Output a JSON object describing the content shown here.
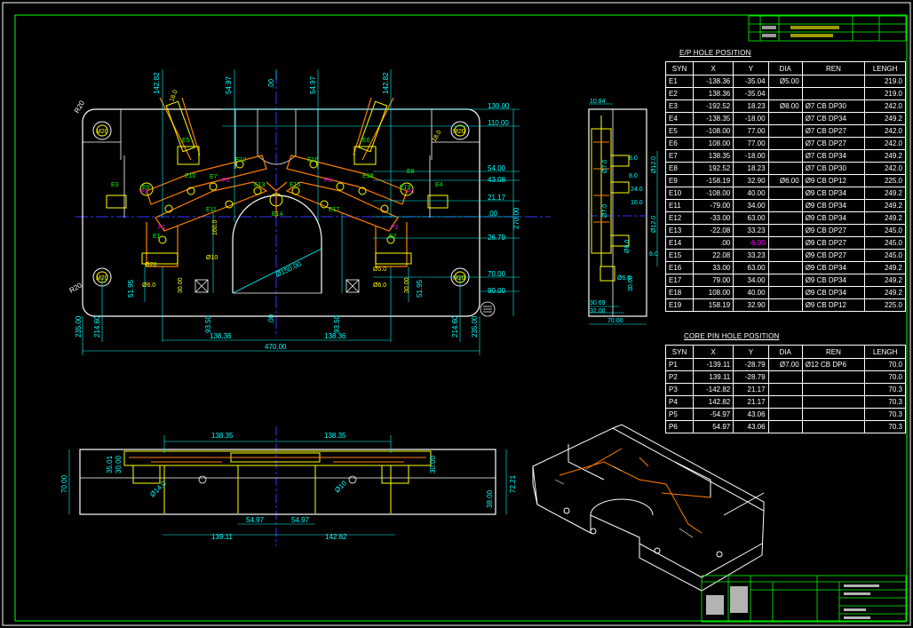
{
  "ep_table": {
    "title": "E/P HOLE POSITION",
    "headers": [
      "SYN",
      "X",
      "Y",
      "DIA",
      "REN",
      "LENGH"
    ],
    "rows": [
      [
        "E1",
        "-138.36",
        "-35.04",
        "Ø5.00",
        "",
        "219.0"
      ],
      [
        "E2",
        "138.36",
        "-35.04",
        "",
        "",
        "219.0"
      ],
      [
        "E3",
        "-192.52",
        "18.23",
        "Ø8.00",
        "Ø7 CB DP30",
        "242.0"
      ],
      [
        "E4",
        "-138.35",
        "-18.00",
        "",
        "Ø7 CB DP34",
        "249.2"
      ],
      [
        "E5",
        "-108.00",
        "77.00",
        "",
        "Ø7 CB DP27",
        "242.0"
      ],
      [
        "E6",
        "108.00",
        "77.00",
        "",
        "Ø7 CB DP27",
        "242.0"
      ],
      [
        "E7",
        "138.35",
        "-18.00",
        "",
        "Ø7 CB DP34",
        "249.2"
      ],
      [
        "E8",
        "192.52",
        "18.23",
        "",
        "Ø7 CB DP30",
        "242.0"
      ],
      [
        "E9",
        "-158.19",
        "32.90",
        "Ø6.00",
        "Ø9 CB DP12",
        "225.0"
      ],
      [
        "E10",
        "-108.00",
        "40.00",
        "",
        "Ø9 CB DP34",
        "249.2"
      ],
      [
        "E11",
        "-79.00",
        "34.00",
        "",
        "Ø9 CB DP34",
        "249.2"
      ],
      [
        "E12",
        "-33.00",
        "63.00",
        "",
        "Ø9 CB DP34",
        "249.2"
      ],
      [
        "E13",
        "-22.08",
        "33.23",
        "",
        "Ø9 CB DP27",
        "245.0"
      ],
      [
        "E14",
        ".00",
        "-6.00",
        "",
        "Ø9 CB DP27",
        "245.0"
      ],
      [
        "E15",
        "22.08",
        "33.23",
        "",
        "Ø9 CB DP27",
        "245.0"
      ],
      [
        "E16",
        "33.00",
        "63.00",
        "",
        "Ø9 CB DP34",
        "249.2"
      ],
      [
        "E17",
        "79.00",
        "34.00",
        "",
        "Ø9 CB DP34",
        "249.2"
      ],
      [
        "E18",
        "108.00",
        "40.00",
        "",
        "Ø9 CB DP34",
        "249.2"
      ],
      [
        "E19",
        "158.19",
        "32.90",
        "",
        "Ø9 CB DP12",
        "225.0"
      ]
    ]
  },
  "core_table": {
    "title": "CORE PIN HOLE POSITION",
    "headers": [
      "SYN",
      "X",
      "Y",
      "DIA",
      "REN",
      "LENGH"
    ],
    "rows": [
      [
        "P1",
        "-139.11",
        "-28.79",
        "Ø7.00",
        "Ø12 CB DP6",
        "70.0"
      ],
      [
        "P2",
        "139.11",
        "-28.79",
        "",
        "",
        "70.0"
      ],
      [
        "P3",
        "-142.82",
        "21.17",
        "",
        "",
        "70.3"
      ],
      [
        "P4",
        "142.82",
        "21.17",
        "",
        "",
        "70.3"
      ],
      [
        "P5",
        "-54.97",
        "43.06",
        "",
        "",
        "70.3"
      ],
      [
        "P6",
        "54.97",
        "43.06",
        "",
        "",
        "70.3"
      ]
    ]
  },
  "plan_view": {
    "top_dims": [
      "142.82",
      "54.97",
      ".00",
      "54.97",
      "142.82"
    ],
    "right_dims": [
      "130.00",
      "110.00",
      "54.00",
      "43.08",
      "21.17",
      ".00",
      "26.79",
      "70.00",
      "90.00"
    ],
    "height_dim": "270.00",
    "bottom_dims": [
      "235.00",
      "214.60",
      "51.95",
      "93.50",
      ".00",
      "93.50",
      "51.95",
      "214.60",
      "235.00"
    ],
    "bottom_x_dims": [
      "138.36",
      "138.36"
    ],
    "overall_width": "470.00",
    "arc_dia": "Ø150.00",
    "corner_labels": [
      "R20",
      "R20",
      "M20",
      "M20",
      "M20",
      "M20"
    ],
    "misc_labels": [
      "18.0",
      "18.0",
      "160.0",
      "Ø20",
      "Ø6.0",
      "30.00",
      "Ø5.0",
      "Ø6.0",
      "30.00",
      "Ø10"
    ],
    "ep_labels": [
      "E1",
      "E2",
      "E3",
      "E4",
      "E5",
      "E6",
      "E7",
      "E8",
      "E9",
      "E10",
      "E11",
      "E12",
      "E13",
      "E14",
      "E15",
      "E16",
      "E17",
      "E18",
      "E19"
    ],
    "pin_labels": [
      "P1",
      "P2",
      "P3",
      "P4",
      "P5",
      "P6"
    ]
  },
  "side_view": {
    "top_dim": "10.84",
    "dims": [
      "8.0",
      "8.0",
      "Ø12.0",
      "Ø7.0",
      "Ø7.0",
      "24.0",
      "10.0",
      "Ø12.0",
      "6.0",
      "Ø8.0",
      "Ø6.0",
      "30.00"
    ],
    "bottom_dims": [
      "30.69",
      "32.00",
      "70.00"
    ]
  },
  "front_view": {
    "top_dims": [
      "138.35",
      "138.35"
    ],
    "left_dims": [
      "70.00",
      "35.01",
      "30.00",
      "Ø14.0"
    ],
    "right_dims": [
      "30.00",
      "Ø10",
      "38.00",
      "72.21"
    ],
    "bottom_dims": [
      "54.97",
      "54.97",
      "139.11",
      "142.82"
    ]
  },
  "colors": {
    "bg": "#000000",
    "outline": "#ffffff",
    "dim": "#00ffff",
    "center": "#3333ff",
    "pin": "#ffff00",
    "wire": "#ff7f00",
    "green": "#00ff00",
    "magenta": "#ff00ff"
  }
}
